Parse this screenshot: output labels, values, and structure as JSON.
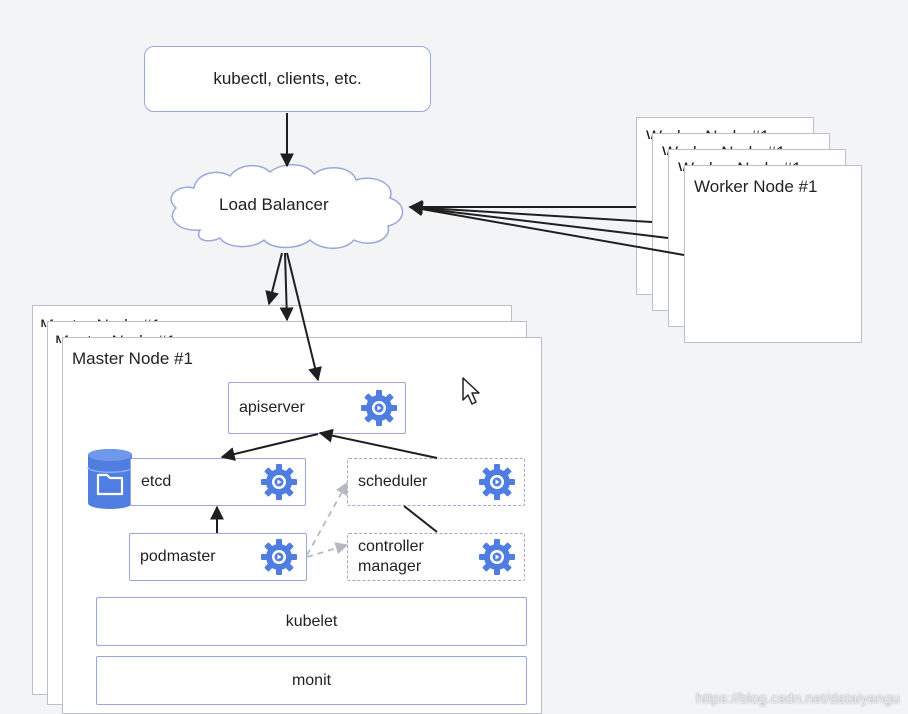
{
  "clients": {
    "label": "kubectl, clients, etc."
  },
  "load_balancer": {
    "label": "Load Balancer"
  },
  "worker_nodes": {
    "title": "Worker Node #1",
    "back_titles": [
      "Worker Node #1",
      "Worker Node #1",
      "Worker Node #1"
    ]
  },
  "master_nodes": {
    "title": "Master Node #1",
    "back_titles": [
      "Master Node #1",
      "Master Node #1"
    ]
  },
  "components": {
    "apiserver": "apiserver",
    "etcd": "etcd",
    "scheduler": "scheduler",
    "podmaster": "podmaster",
    "controller_manager_line1": "controller",
    "controller_manager_line2": "manager",
    "kubelet": "kubelet",
    "monit": "monit"
  },
  "watermark": "https://blog.csdn.net/dataiyangu",
  "colors": {
    "box_border": "#9aa8d8",
    "icon_blue": "#4f7ee0",
    "arrow": "#1f1f1f",
    "dashed_arrow": "#b7b9c0"
  }
}
